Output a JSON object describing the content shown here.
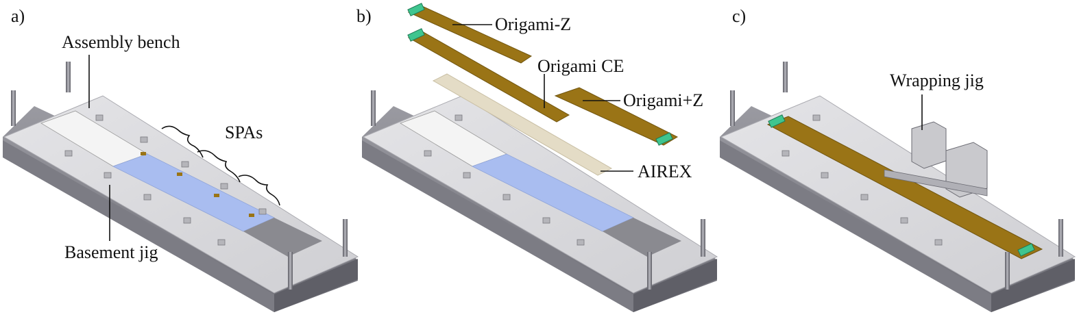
{
  "figure": {
    "panels": [
      {
        "id": "a",
        "label": "a)",
        "callouts": {
          "assembly_bench": "Assembly bench",
          "spas": "SPAs",
          "basement_jig": "Basement jig"
        }
      },
      {
        "id": "b",
        "label": "b)",
        "callouts": {
          "origami_minus_z": "Origami-Z",
          "origami_ce": "Origami CE",
          "origami_plus_z": "Origami+Z",
          "airex": "AIREX"
        }
      },
      {
        "id": "c",
        "label": "c)",
        "callouts": {
          "wrapping_jig": "Wrapping jig"
        }
      }
    ]
  },
  "colors": {
    "bench_top": "#d9d9dc",
    "bench_side": "#8c8c93",
    "bench_dark": "#6a6a72",
    "spa_blue": "#a9bdf0",
    "origami_gold": "#9a7416",
    "connector_green": "#3fc58f",
    "airex_beige": "#e4dcc6"
  }
}
